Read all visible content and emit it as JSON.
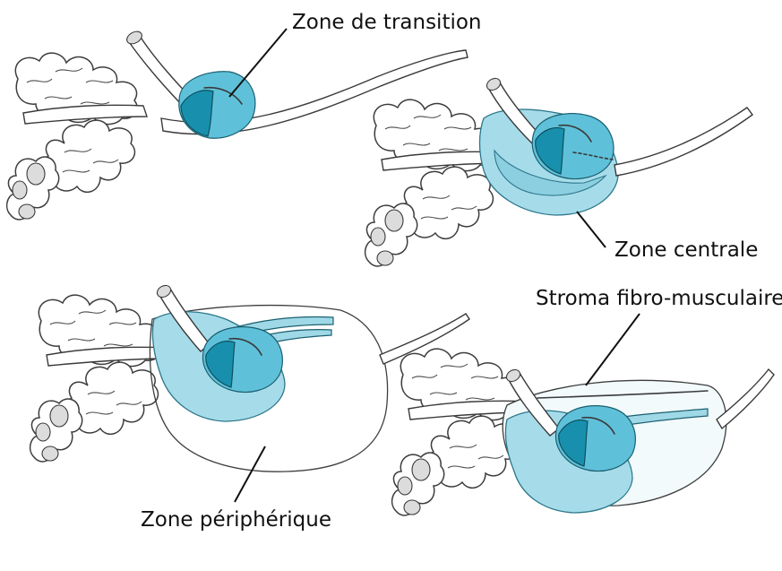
{
  "labels": {
    "transition_zone": "Zone de transition",
    "central_zone": "Zone centrale",
    "peripheral_zone": "Zone périphérique",
    "fibromuscular_stroma": "Stroma fibro-musculaire"
  },
  "colors": {
    "transition_light": "#5fc1d9",
    "transition_dark": "#1890ad",
    "central_zone": "#a6dcea",
    "outline": "#3a3a3a",
    "label": "#111111"
  }
}
